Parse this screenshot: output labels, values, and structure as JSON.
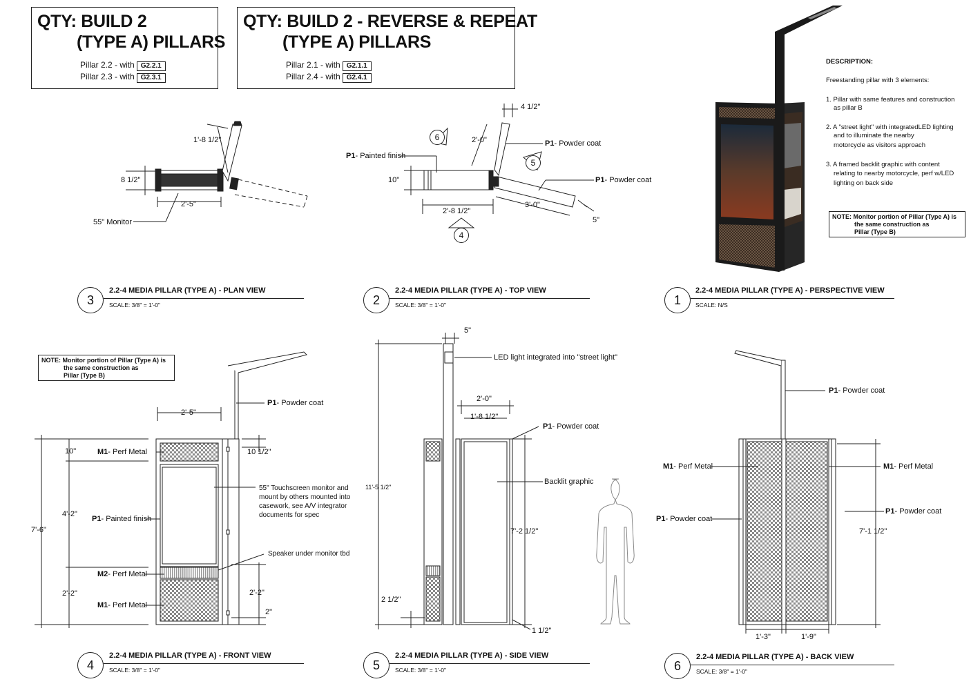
{
  "qty_box_1": {
    "title_line1": "QTY: BUILD 2",
    "title_line2": "(TYPE A) PILLARS",
    "rows": [
      {
        "pillar": "Pillar 2.2  - with",
        "tag": "G2.2.1"
      },
      {
        "pillar": "Pillar 2.3  - with",
        "tag": "G2.3.1"
      }
    ]
  },
  "qty_box_2": {
    "title_line1": "QTY: BUILD 2 - REVERSE & REPEAT",
    "title_line2": "(TYPE A) PILLARS",
    "rows": [
      {
        "pillar": "Pillar 2.1  - with",
        "tag": "G2.1.1"
      },
      {
        "pillar": "Pillar 2.4  - with",
        "tag": "G2.4.1"
      }
    ]
  },
  "description": {
    "heading": "DESCRIPTION:",
    "intro": "Freestanding pillar with 3 elements:",
    "items": [
      "1. Pillar with same features and construction",
      "as pillar B",
      "2. A \"street light\" with integratedLED lighting",
      "and to illuminate the nearby",
      "motorcycle as visitors approach",
      "3. A framed backlit graphic with content",
      "relating to nearby motorcycle, perf w/LED",
      "lighting on back side"
    ],
    "note_line1": "NOTE:  Monitor portion of Pillar (Type A) is",
    "note_line2": "the same construction as",
    "note_line3": "Pillar (Type B)"
  },
  "front_note": {
    "line1": "NOTE:  Monitor portion of Pillar (Type A) is",
    "line2": "the same construction as",
    "line3": "Pillar (Type B)"
  },
  "views": [
    {
      "num": "3",
      "title": "2.2-4 MEDIA PILLAR (TYPE A) - PLAN VIEW",
      "scale": "SCALE: 3/8\" = 1'-0\""
    },
    {
      "num": "2",
      "title": "2.2-4 MEDIA PILLAR (TYPE A) - TOP VIEW",
      "scale": "SCALE: 3/8\" = 1'-0\""
    },
    {
      "num": "1",
      "title": "2.2-4 MEDIA PILLAR (TYPE A) - PERSPECTIVE VIEW",
      "scale": "SCALE: N/S"
    },
    {
      "num": "4",
      "title": "2.2-4 MEDIA PILLAR (TYPE A) - FRONT VIEW",
      "scale": "SCALE: 3/8\" = 1'-0\""
    },
    {
      "num": "5",
      "title": "2.2-4 MEDIA PILLAR (TYPE A) - SIDE VIEW",
      "scale": "SCALE: 3/8\" = 1'-0\""
    },
    {
      "num": "6",
      "title": "2.2-4 MEDIA PILLAR (TYPE A) - BACK VIEW",
      "scale": "SCALE: 3/8\" = 1'-0\""
    }
  ],
  "plan": {
    "d1": "1'-8 1/2\"",
    "d2": "8 1/2\"",
    "d3": "2'-5\"",
    "monitor": "55\" Monitor"
  },
  "top": {
    "d_4_5": "4 1/2\"",
    "d_2_0": "2'-0\"",
    "d_10": "10\"",
    "d_2_8": "2'-8 1/2\"",
    "d_3_0": "3'-0\"",
    "d_5": "5\"",
    "p1_painted_code": "P1",
    "p1_painted": "- Painted finish",
    "p1_powder_a_code": "P1",
    "p1_powder_a": "- Powder coat",
    "p1_powder_b_code": "P1",
    "p1_powder_b": "- Powder coat",
    "callout_6": "6",
    "callout_5": "5",
    "callout_4": "4"
  },
  "front": {
    "d_2_5": "2'-5\"",
    "d_10": "10\"",
    "d_10_5": "10 1/2\"",
    "d_4_2": "4'-2\"",
    "d_7_6": "7'-6\"",
    "d_2_2a": "2'-2\"",
    "d_2_2b": "2'-2\"",
    "d_2": "2\"",
    "p1_powder_code": "P1",
    "p1_powder": "- Powder coat",
    "m1_top_code": "M1",
    "m1_top": "- Perf Metal",
    "monitor_note": [
      "55\" Touchscreen monitor and",
      "mount by others mounted into",
      "casework, see A/V integrator",
      "documents for spec"
    ],
    "p1_painted_code": "P1",
    "p1_painted": "- Painted finish",
    "speaker": "Speaker under monitor tbd",
    "m2_code": "M2",
    "m2": "- Perf Metal",
    "m1_bot_code": "M1",
    "m1_bot": "- Perf Metal"
  },
  "side": {
    "d_5": "5\"",
    "led": "LED light integrated into \"street light\"",
    "d_2_0": "2'-0\"",
    "d_1_8": "1'-8 1/2\"",
    "p1_code": "P1",
    "p1": "- Powder coat",
    "d_11_5": "11'-5 1/2\"",
    "backlit": "Backlit graphic",
    "d_7_2": "7'-2 1/2\"",
    "d_2_5": "2 1/2\"",
    "d_1_5": "1 1/2\""
  },
  "back": {
    "p1_top_code": "P1",
    "p1_top": "- Powder coat",
    "m1_left_code": "M1",
    "m1_left": "- Perf Metal",
    "m1_right_code": "M1",
    "m1_right": "- Perf Metal",
    "p1_left_code": "P1",
    "p1_left": "- Powder coat",
    "p1_right_code": "P1",
    "p1_right": "- Powder coat",
    "d_7_1": "7'-1 1/2\"",
    "d_1_3": "1'-3\"",
    "d_1_9": "1'-9\""
  }
}
